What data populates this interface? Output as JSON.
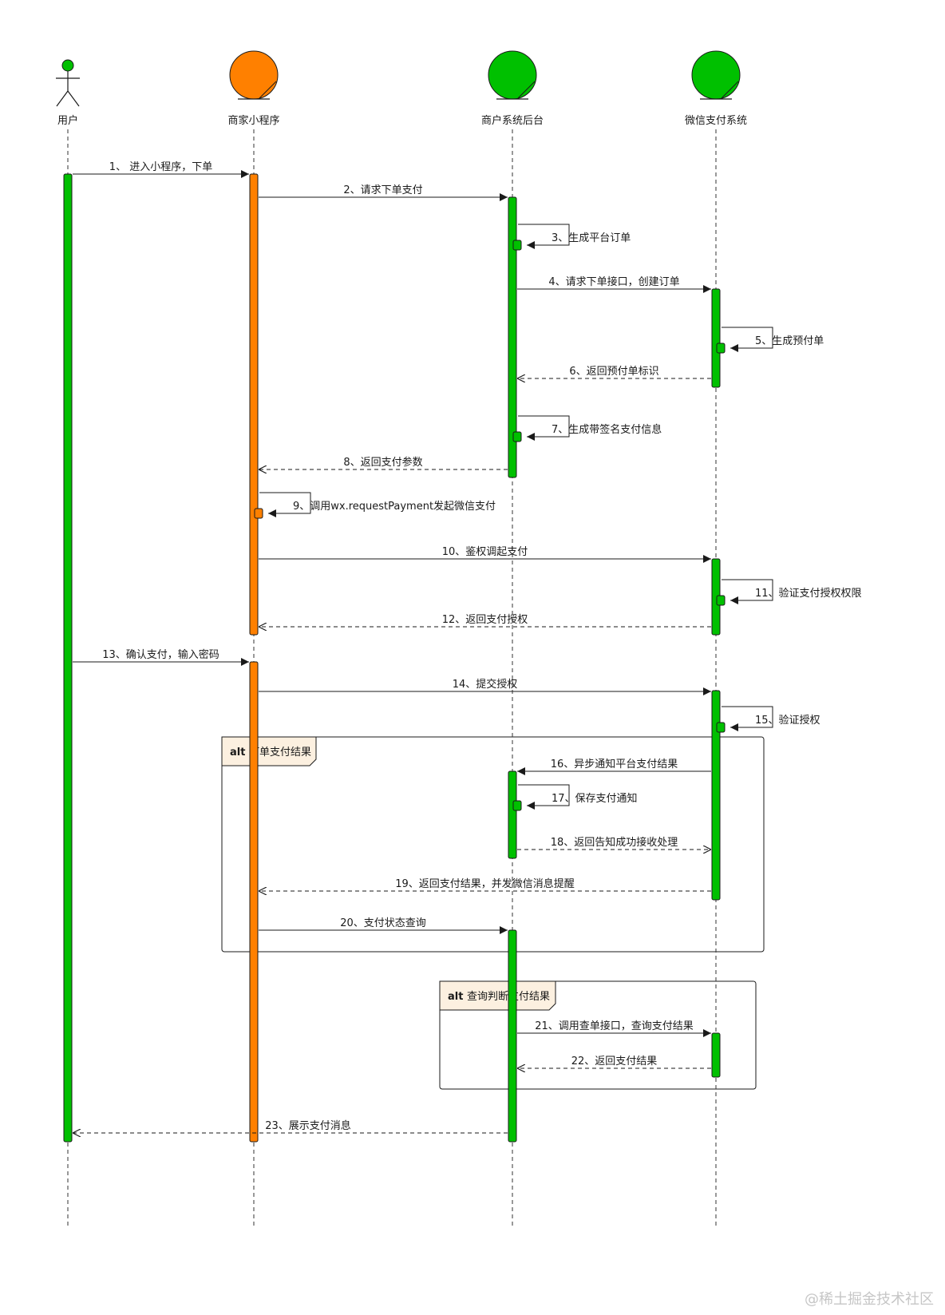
{
  "participants": [
    {
      "id": "user",
      "label": "用户",
      "shape": "actor",
      "color": "#00C000"
    },
    {
      "id": "mini",
      "label": "商家小程序",
      "shape": "entity",
      "color": "#FF8000"
    },
    {
      "id": "backend",
      "label": "商户系统后台",
      "shape": "entity",
      "color": "#00C000"
    },
    {
      "id": "wechat",
      "label": "微信支付系统",
      "shape": "entity",
      "color": "#00C000"
    }
  ],
  "messages": [
    {
      "n": 1,
      "label": "1、 进入小程序，下单",
      "from": "user",
      "to": "mini",
      "kind": "sync"
    },
    {
      "n": 2,
      "label": "2、请求下单支付",
      "from": "mini",
      "to": "backend",
      "kind": "sync"
    },
    {
      "n": 3,
      "label": "3、生成平台订单",
      "from": "backend",
      "to": "backend",
      "kind": "self"
    },
    {
      "n": 4,
      "label": "4、请求下单接口，创建订单",
      "from": "backend",
      "to": "wechat",
      "kind": "sync"
    },
    {
      "n": 5,
      "label": "5、生成预付单",
      "from": "wechat",
      "to": "wechat",
      "kind": "self"
    },
    {
      "n": 6,
      "label": "6、返回预付单标识",
      "from": "wechat",
      "to": "backend",
      "kind": "return"
    },
    {
      "n": 7,
      "label": "7、生成带签名支付信息",
      "from": "backend",
      "to": "backend",
      "kind": "self"
    },
    {
      "n": 8,
      "label": "8、返回支付参数",
      "from": "backend",
      "to": "mini",
      "kind": "return"
    },
    {
      "n": 9,
      "label": "9、调用wx.requestPayment发起微信支付",
      "from": "mini",
      "to": "mini",
      "kind": "self"
    },
    {
      "n": 10,
      "label": "10、鉴权调起支付",
      "from": "mini",
      "to": "wechat",
      "kind": "sync"
    },
    {
      "n": 11,
      "label": "11、验证支付授权权限",
      "from": "wechat",
      "to": "wechat",
      "kind": "self"
    },
    {
      "n": 12,
      "label": "12、返回支付授权",
      "from": "wechat",
      "to": "mini",
      "kind": "return"
    },
    {
      "n": 13,
      "label": "13、确认支付，输入密码",
      "from": "user",
      "to": "mini",
      "kind": "sync"
    },
    {
      "n": 14,
      "label": "14、提交授权",
      "from": "mini",
      "to": "wechat",
      "kind": "sync"
    },
    {
      "n": 15,
      "label": "15、验证授权",
      "from": "wechat",
      "to": "wechat",
      "kind": "self"
    },
    {
      "n": 16,
      "label": "16、异步通知平台支付结果",
      "from": "wechat",
      "to": "backend",
      "kind": "sync"
    },
    {
      "n": 17,
      "label": "17、保存支付通知",
      "from": "backend",
      "to": "backend",
      "kind": "self"
    },
    {
      "n": 18,
      "label": "18、返回告知成功接收处理",
      "from": "backend",
      "to": "wechat",
      "kind": "return"
    },
    {
      "n": 19,
      "label": "19、返回支付结果，并发微信消息提醒",
      "from": "wechat",
      "to": "mini",
      "kind": "return"
    },
    {
      "n": 20,
      "label": "20、支付状态查询",
      "from": "mini",
      "to": "backend",
      "kind": "sync"
    },
    {
      "n": 21,
      "label": "21、调用查单接口，查询支付结果",
      "from": "backend",
      "to": "wechat",
      "kind": "sync"
    },
    {
      "n": 22,
      "label": "22、返回支付结果",
      "from": "wechat",
      "to": "backend",
      "kind": "return"
    },
    {
      "n": 23,
      "label": "23、展示支付消息",
      "from": "backend",
      "to": "user",
      "kind": "return"
    }
  ],
  "fragments": [
    {
      "id": "alt1",
      "keyword": "alt",
      "title": "订单支付结果"
    },
    {
      "id": "alt2",
      "keyword": "alt",
      "title": "查询判断支付结果"
    }
  ],
  "watermark": "@稀土掘金技术社区",
  "colors": {
    "line": "#1a1a1a",
    "lifeline": "#333333",
    "fragment_fill": "#FCF0E0",
    "green": "#00C000",
    "orange": "#FF8000"
  }
}
